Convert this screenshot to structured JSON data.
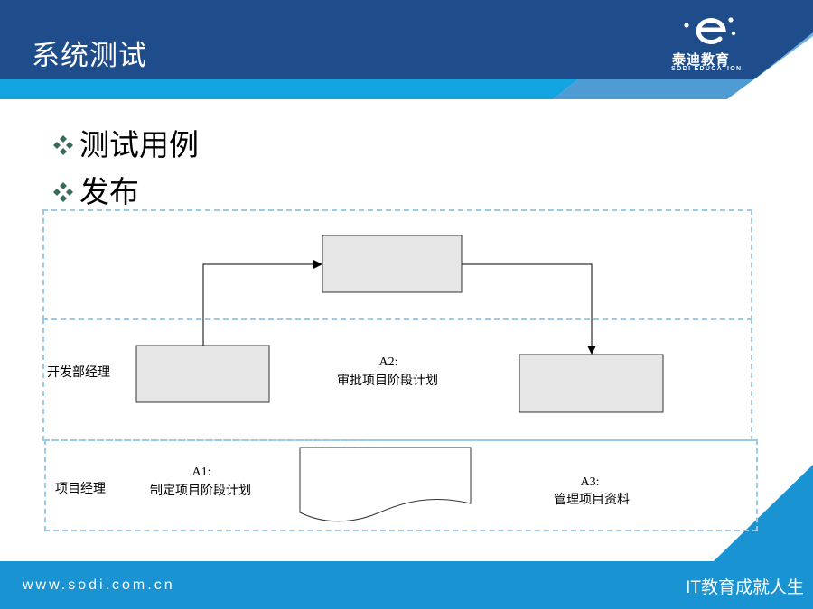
{
  "header": {
    "title": "系统测试"
  },
  "logo": {
    "icon": "e-logo-icon",
    "name": "泰迪教育",
    "subtitle": "SODI EDUCATION"
  },
  "bullets": [
    {
      "icon": "diamond-bullet-icon",
      "text": "测试用例"
    },
    {
      "icon": "diamond-bullet-icon",
      "text": "发布"
    }
  ],
  "swimlanes": [
    "开发部经理",
    "项目经理"
  ],
  "activities": [
    {
      "id": "A2:",
      "text": "审批项目阶段计划"
    },
    {
      "id": "A1:",
      "text": "制定项目阶段计划"
    },
    {
      "id": "A3:",
      "text": "管理项目资料"
    }
  ],
  "footer": {
    "url": "www.sodi.com.cn",
    "slogan": "IT教育成就人生"
  },
  "colors": {
    "header_dark": "#1f4c8a",
    "header_stripe": "#12a5e2",
    "footer": "#1a93d3",
    "lane_border": "#9ccbea",
    "box_fill": "#e6e6e6",
    "bullet_icon": "#3a6b5a"
  }
}
